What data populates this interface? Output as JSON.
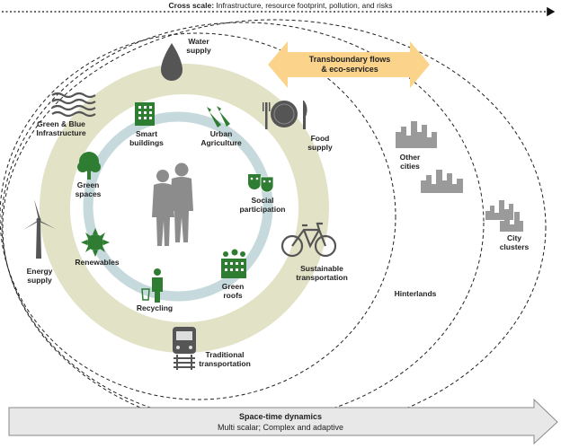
{
  "cross_scale": {
    "bold": "Cross scale:",
    "rest": " Infrastructure, resource footprint, pollution, and risks"
  },
  "transboundary": {
    "line1": "Transboundary flows",
    "line2": "& eco-services"
  },
  "labels": {
    "water_supply": [
      "Water",
      "supply"
    ],
    "green_blue": [
      "Green & Blue",
      "Infrastructure"
    ],
    "smart_buildings": [
      "Smart",
      "buildings"
    ],
    "urban_agriculture": [
      "Urban",
      "Agriculture"
    ],
    "food_supply": [
      "Food",
      "supply"
    ],
    "green_spaces": [
      "Green",
      "spaces"
    ],
    "social_participation": [
      "Social",
      "participation"
    ],
    "energy_supply": [
      "Energy",
      "supply"
    ],
    "renewables": [
      "Renewables"
    ],
    "green_roofs": [
      "Green",
      "roofs"
    ],
    "recycling": [
      "Recycling"
    ],
    "sustainable_transportation": [
      "Sustainable",
      "transportation"
    ],
    "traditional_transportation": [
      "Traditional",
      "transportation"
    ],
    "other_cities": [
      "Other",
      "cities"
    ],
    "city_clusters": [
      "City",
      "clusters"
    ],
    "hinterlands": [
      "Hinterlands"
    ]
  },
  "bottom_arrow": {
    "title": "Space-time dynamics",
    "subtitle": "Multi scalar; Complex and adaptive"
  },
  "colors": {
    "outer_ring": "#e2e2c6",
    "inner_ring": "#c6dadd",
    "icon_green": "#2f7d32",
    "icon_dark": "#555555",
    "people": "#8c8c8c",
    "skyline": "#9a9a9a",
    "arrow_orange": "#fbd38a",
    "bottom_arrow": "#e8e8e8"
  }
}
